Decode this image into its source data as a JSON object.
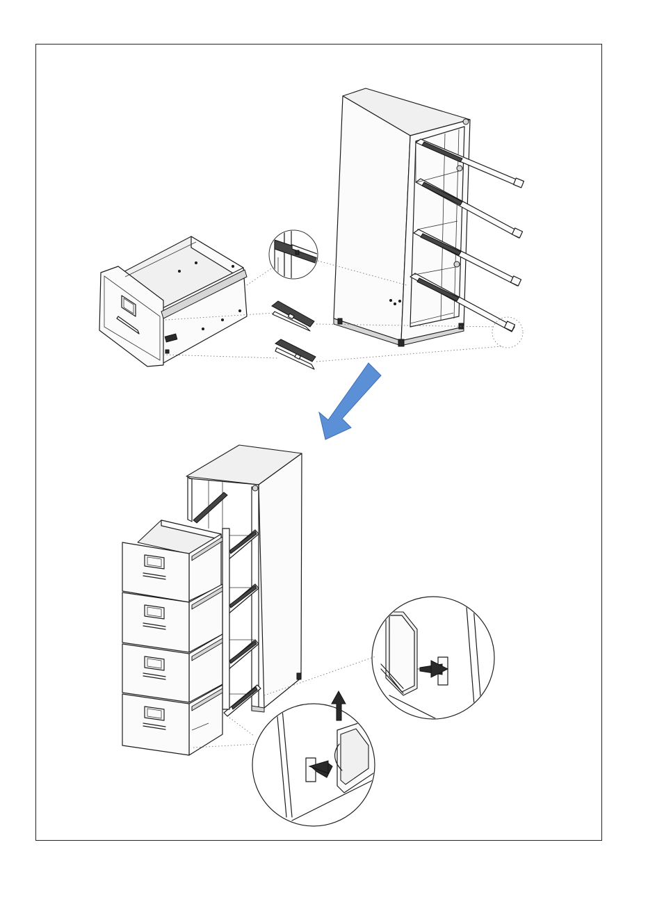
{
  "page": {
    "background": "#ffffff",
    "frame_color": "#222222",
    "arrow_color": "#5b8fd6"
  },
  "figures": [
    {
      "id": "step-1",
      "parts": [
        "cabinet-body-with-rails",
        "drawer",
        "rail-detail-callout",
        "rail-clip-1",
        "rail-clip-2",
        "rail-end-callout"
      ]
    },
    {
      "id": "step-2",
      "parts": [
        "assembled-cabinet",
        "drawer-1",
        "drawer-2",
        "drawer-3",
        "drawer-4",
        "lock-detail-callout-top",
        "lock-detail-callout-bottom"
      ]
    }
  ],
  "icons": [
    "direction-arrow-icon",
    "push-arrow-icon",
    "lift-arrow-icon"
  ]
}
